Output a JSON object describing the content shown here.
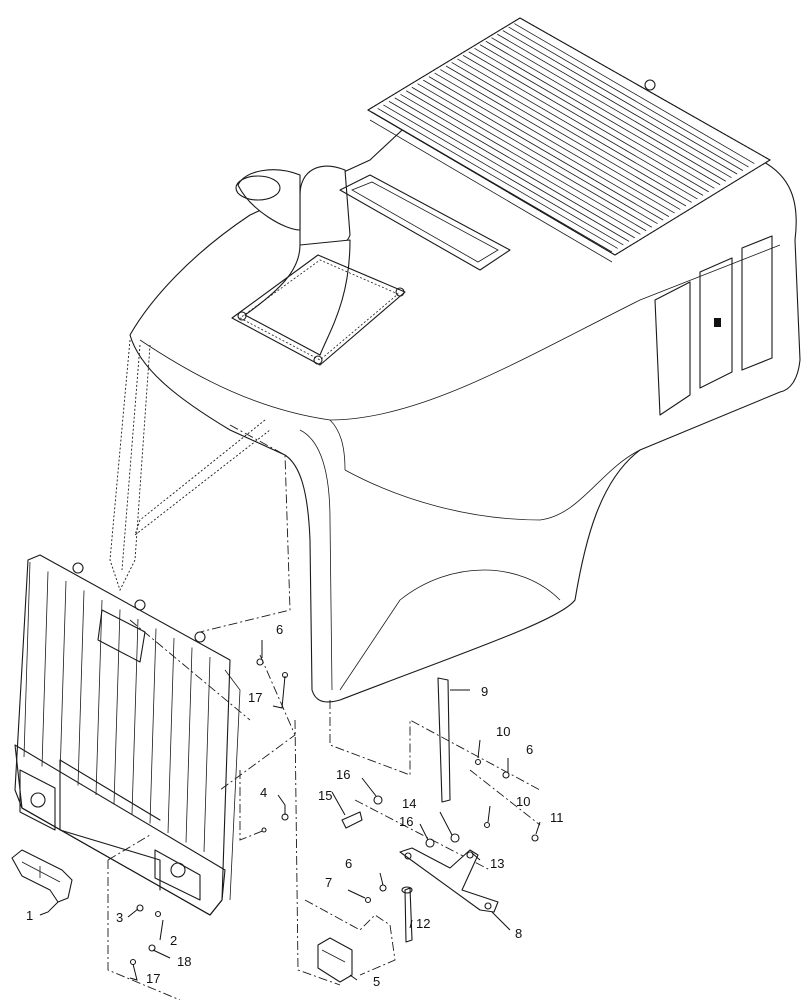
{
  "callouts": {
    "c1": "1",
    "c2": "2",
    "c3": "3",
    "c4": "4",
    "c5": "5",
    "c6a": "6",
    "c6b": "6",
    "c6c": "6",
    "c7": "7",
    "c8": "8",
    "c9": "9",
    "c10a": "10",
    "c10b": "10",
    "c11": "11",
    "c12": "12",
    "c13": "13",
    "c14": "14",
    "c15": "15",
    "c16a": "16",
    "c16b": "16",
    "c17a": "17",
    "c17b": "17",
    "c18": "18"
  }
}
